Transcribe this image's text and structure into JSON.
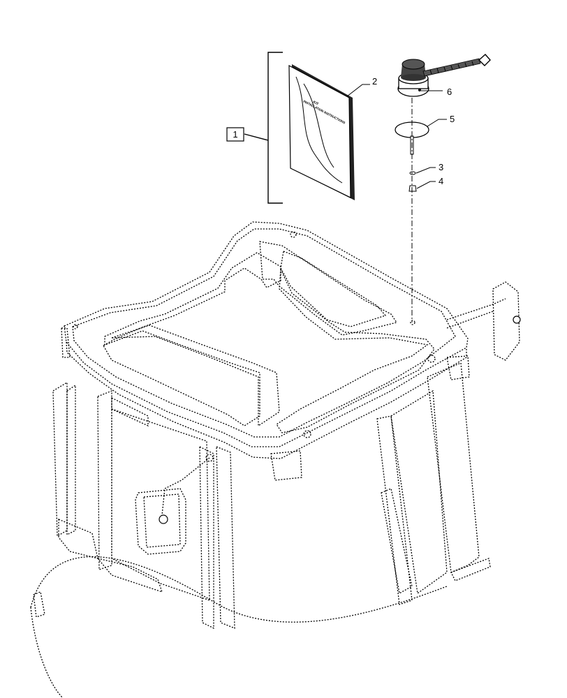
{
  "diagram": {
    "callouts": [
      {
        "id": "1",
        "label": "1"
      },
      {
        "id": "2",
        "label": "2"
      },
      {
        "id": "3",
        "label": "3"
      },
      {
        "id": "4",
        "label": "4"
      },
      {
        "id": "5",
        "label": "5"
      },
      {
        "id": "6",
        "label": "6"
      }
    ],
    "booklet": {
      "line1": "KIT",
      "line2": "INSTALLATION INSTRUCTIONS"
    }
  }
}
